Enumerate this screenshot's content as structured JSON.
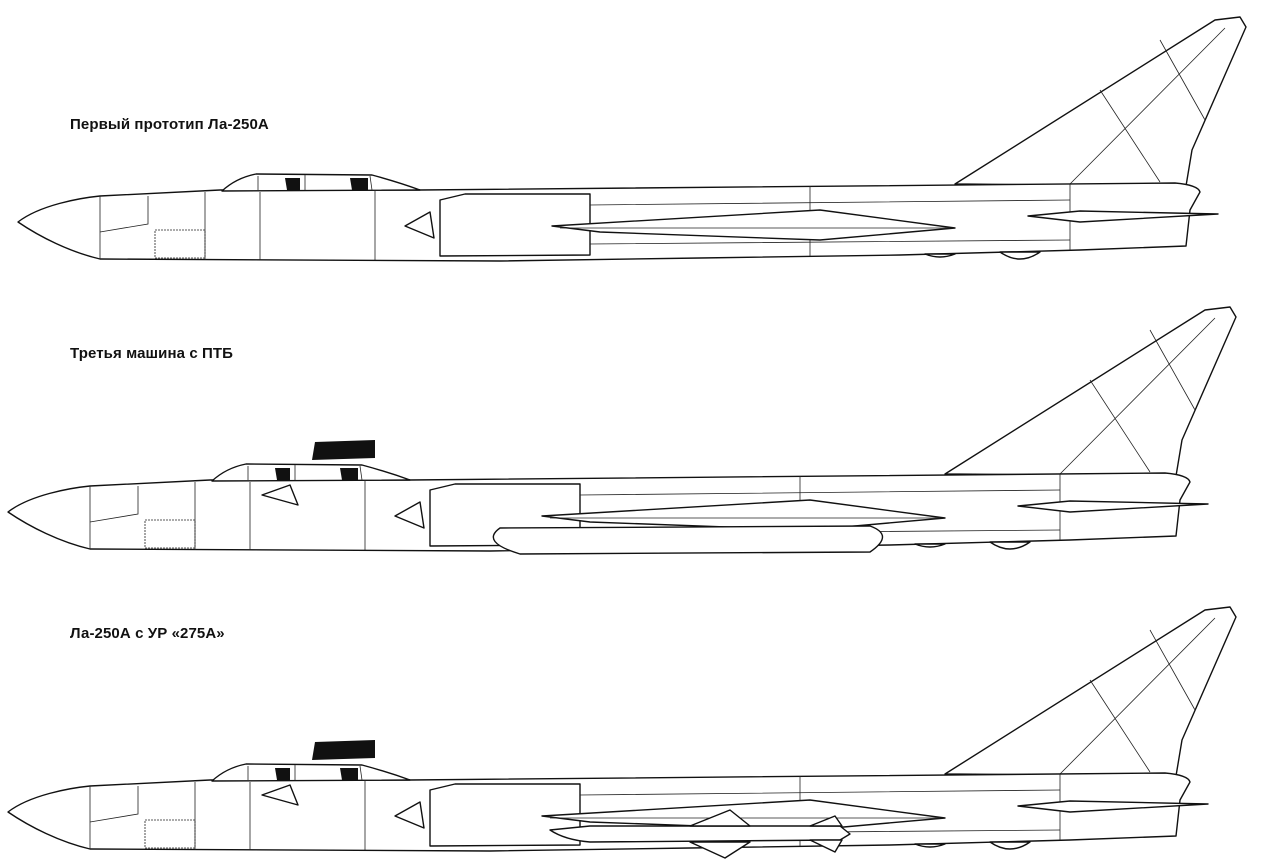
{
  "drawings": [
    {
      "caption": "Первый прототип Ла-250А",
      "variant": "prototype"
    },
    {
      "caption": "Третья машина с ПТБ",
      "variant": "drop-tank"
    },
    {
      "caption": "Ла-250А с УР «275А»",
      "variant": "missile"
    }
  ],
  "colors": {
    "line": "#111111",
    "background": "#ffffff"
  }
}
